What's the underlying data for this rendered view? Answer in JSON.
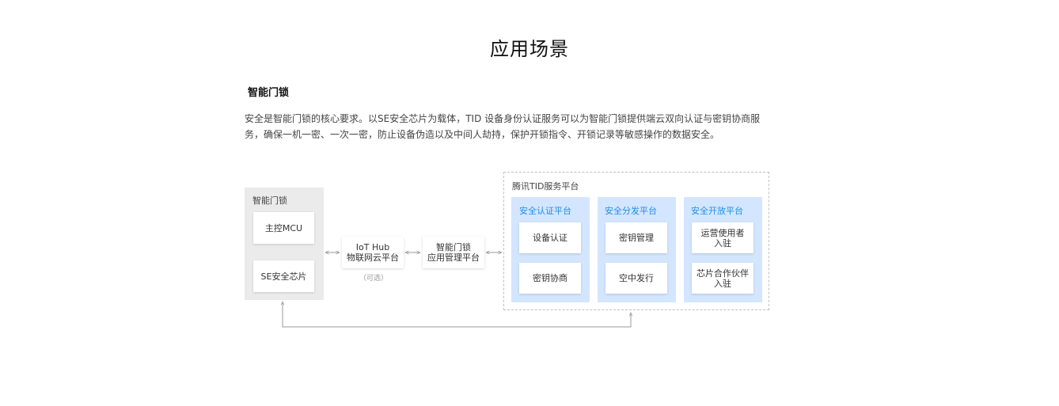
{
  "page_title": "应用场景",
  "section": {
    "title": "智能门锁",
    "description": "安全是智能门锁的核心要求。以SE安全芯片为载体，TID 设备身份认证服务可以为智能门锁提供端云双向认证与密钥协商服务，确保一机一密、一次一密，防止设备伪造以及中间人劫持，保护开锁指令、开锁记录等敏感操作的数据安全。"
  },
  "diagram": {
    "door_lock": {
      "label": "智能门锁",
      "mcu": "主控MCU",
      "se_chip": "SE安全芯片"
    },
    "iot_hub": {
      "line1": "IoT Hub",
      "line2": "物联网云平台",
      "note": "（可选）"
    },
    "app_platform": {
      "line1": "智能门锁",
      "line2": "应用管理平台"
    },
    "tid_platform": {
      "label": "腾讯TID服务平台",
      "auth": {
        "title": "安全认证平台",
        "items": [
          "设备认证",
          "密钥协商"
        ]
      },
      "distribution": {
        "title": "安全分发平台",
        "items": [
          "密钥管理",
          "空中发行"
        ]
      },
      "open": {
        "title": "安全开放平台",
        "items": [
          {
            "line1": "运营使用者",
            "line2": "入驻"
          },
          {
            "line1": "芯片合作伙伴",
            "line2": "入驻"
          }
        ]
      }
    }
  },
  "colors": {
    "accent": "#1f8fe6",
    "column_bg": "#d4e6ff",
    "panel_bg": "#ebebeb",
    "connector": "#999999"
  }
}
